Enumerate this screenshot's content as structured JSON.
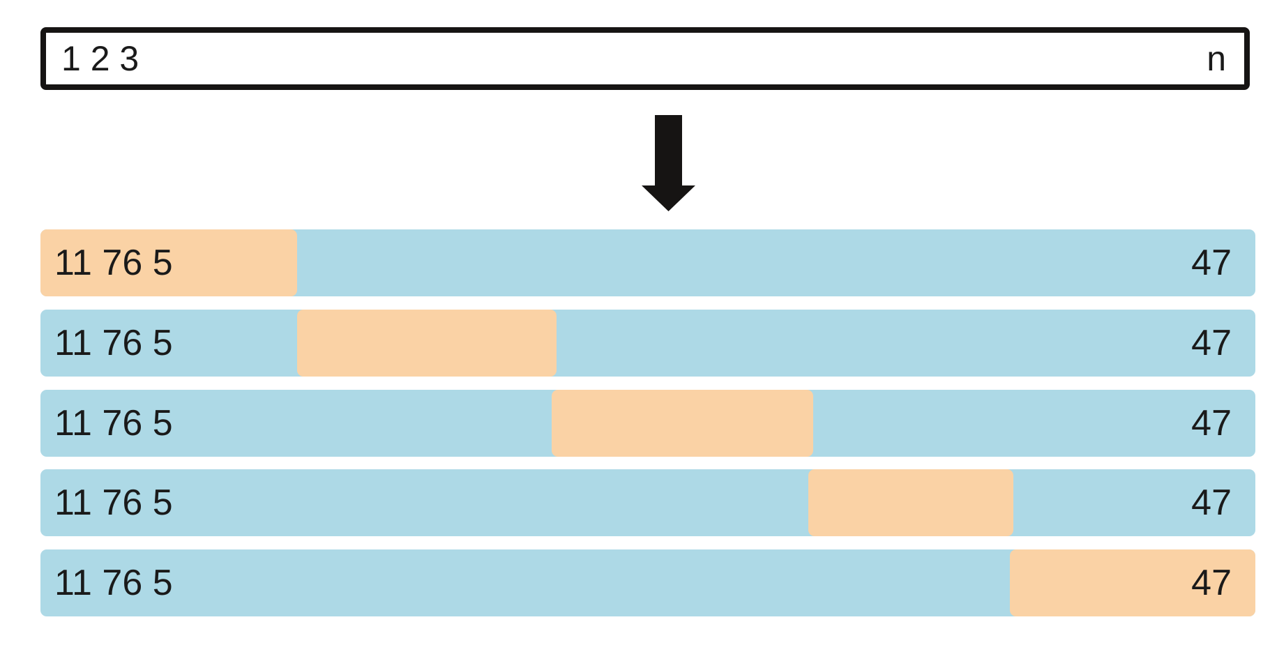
{
  "diagram": {
    "array_box": {
      "start_label": "1 2 3",
      "end_label": "n"
    },
    "arrow_icon": "down-arrow",
    "colors": {
      "bar_blue": "#ADD9E6",
      "window_orange": "#FAD2A5",
      "outline_black": "#161413",
      "text": "#1A1A1A"
    },
    "bars": [
      {
        "left_label": "11 76 5",
        "right_label": "47",
        "window": {
          "left_pct": 0.0,
          "width_pct": 21.1
        }
      },
      {
        "left_label": "11 76 5",
        "right_label": "47",
        "window": {
          "left_pct": 21.1,
          "width_pct": 21.4
        }
      },
      {
        "left_label": "11 76 5",
        "right_label": "47",
        "window": {
          "left_pct": 42.1,
          "width_pct": 21.5
        }
      },
      {
        "left_label": "11 76 5",
        "right_label": "47",
        "window": {
          "left_pct": 63.2,
          "width_pct": 16.9
        }
      },
      {
        "left_label": "11 76 5",
        "right_label": "47",
        "window": {
          "left_pct": 79.8,
          "width_pct": 20.2
        }
      }
    ]
  }
}
